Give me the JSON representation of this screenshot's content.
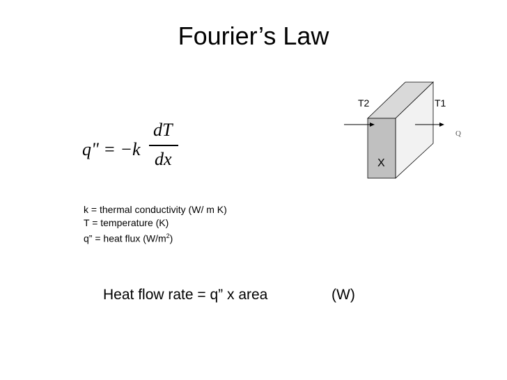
{
  "title": "Fourier’s Law",
  "equation": {
    "lhs": "q\" = −k",
    "numerator": "dT",
    "denominator": "dx"
  },
  "definitions": {
    "k": "k = thermal conductivity (W/ m K)",
    "t": "T = temperature (K)",
    "q_prefix": "q” = heat flux (W/m",
    "q_exp": "2",
    "q_suffix": ")"
  },
  "heat_flow": {
    "text": "Heat flow rate = q” x area",
    "unit": "(W)"
  },
  "diagram": {
    "t2": "T2",
    "t1": "T1",
    "q": "Q",
    "x": "X",
    "face_color": "#c0c0c0",
    "top_color": "#d9d9d9",
    "side_color": "#f2f2f2"
  }
}
